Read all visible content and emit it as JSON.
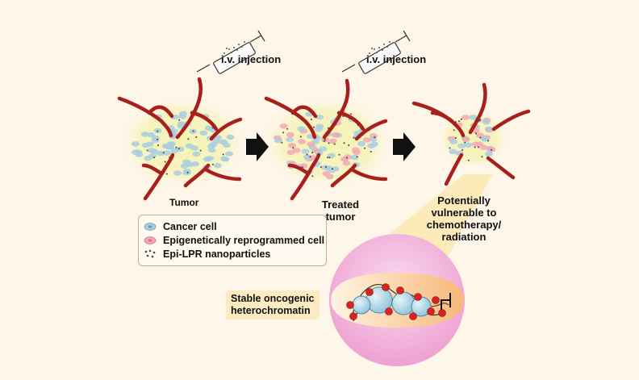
{
  "labels": {
    "injection_1": "i.v. injection",
    "injection_2": "i.v. injection",
    "tumor": "Tumor",
    "treated_tumor_line1": "Treated",
    "treated_tumor_line2": "tumor",
    "vulnerable_line1": "Potentially",
    "vulnerable_line2": "vulnerable to",
    "vulnerable_line3": "chemotherapy/",
    "vulnerable_line4": "radiation",
    "heterochromatin_line1": "Stable oncogenic",
    "heterochromatin_line2": "heterochromatin"
  },
  "legend": {
    "items": [
      {
        "label": "Cancer cell",
        "icon": "blue-cell-icon"
      },
      {
        "label": "Epigenetically reprogrammed cell",
        "icon": "pink-cell-icon"
      },
      {
        "label": "Epi-LPR nanoparticles",
        "icon": "nanoparticle-dots-icon"
      }
    ]
  },
  "colors": {
    "background": "#fdf6e9",
    "vessel": "#a8201c",
    "tumor_halo": "#f3f0a8",
    "cancer_cell": "#a9cde0",
    "reprogrammed_cell": "#f2a7b6",
    "nucleosome": "#b9dbe8",
    "histone_mark": "#d8231f",
    "zoom_circle": "#f0a9d6"
  }
}
